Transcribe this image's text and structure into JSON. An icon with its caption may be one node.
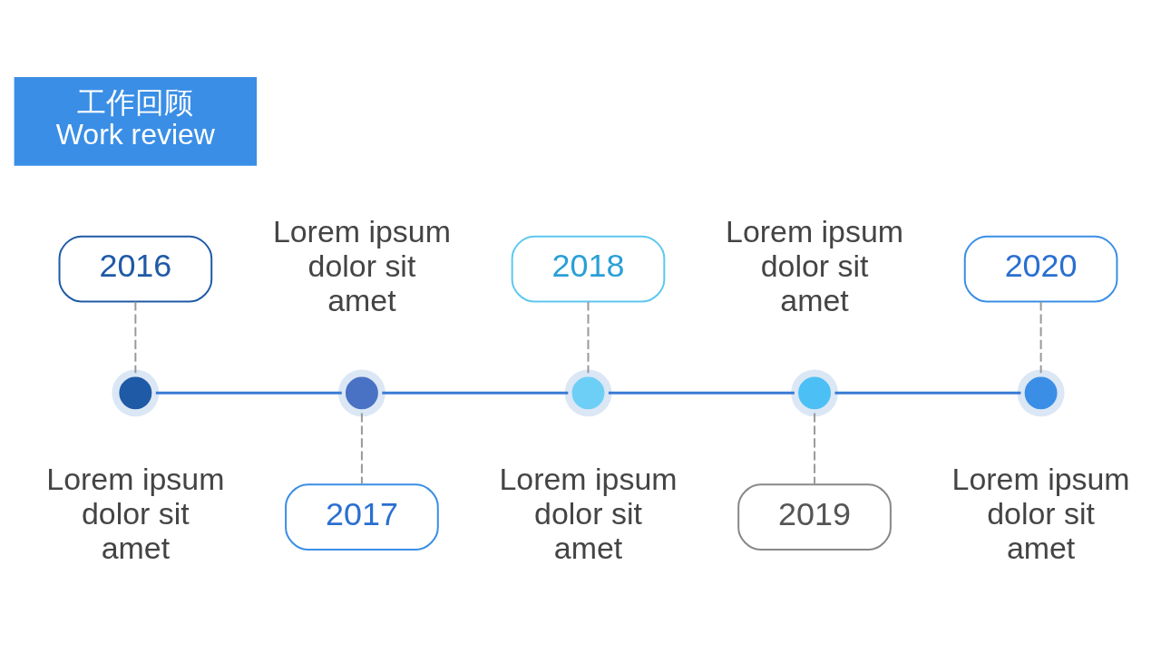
{
  "diagram": {
    "nodes": [
      {
        "text": [
          "工作回顾",
          "Work review"
        ]
      },
      {
        "text": [
          "2016"
        ]
      },
      {
        "text": [
          "2018"
        ]
      },
      {
        "text": [
          "2020"
        ]
      },
      {
        "text": [],
        "shape": "circle",
        "beside": [
          "Lorem ipsum dolor sit amet"
        ]
      },
      {
        "text": [],
        "shape": "circle",
        "beside": [
          "Lorem ipsum dolor sit amet"
        ]
      },
      {
        "text": [],
        "shape": "circle",
        "beside": [
          "Lorem ipsum dolor sit amet"
        ]
      },
      {
        "text": [],
        "shape": "circle",
        "beside": [
          "Lorem ipsum dolor sit amet"
        ]
      },
      {
        "text": [],
        "shape": "circle",
        "beside": [
          "Lorem ipsum dolor sit amet"
        ]
      },
      {
        "text": [
          "2017"
        ]
      },
      {
        "text": [
          "2019"
        ]
      }
    ],
    "edges": [
      {
        "from": 1,
        "to": 4,
        "arrow": "none",
        "style": "dashed"
      },
      {
        "from": 4,
        "to": 5,
        "arrow": "none",
        "color": "#3a7bd5"
      },
      {
        "from": 5,
        "to": 6,
        "arrow": "none",
        "color": "#3a7bd5"
      },
      {
        "from": 6,
        "to": 7,
        "arrow": "none",
        "color": "#3a7bd5"
      },
      {
        "from": 7,
        "to": 8,
        "arrow": "none",
        "color": "#3a7bd5"
      },
      {
        "from": 2,
        "to": 6,
        "arrow": "none",
        "style": "dashed"
      },
      {
        "from": 3,
        "to": 8,
        "arrow": "none",
        "style": "dashed"
      },
      {
        "from": 5,
        "to": 9,
        "arrow": "none",
        "style": "dashed"
      },
      {
        "from": 7,
        "to": 10,
        "arrow": "none",
        "style": "dashed"
      }
    ]
  }
}
